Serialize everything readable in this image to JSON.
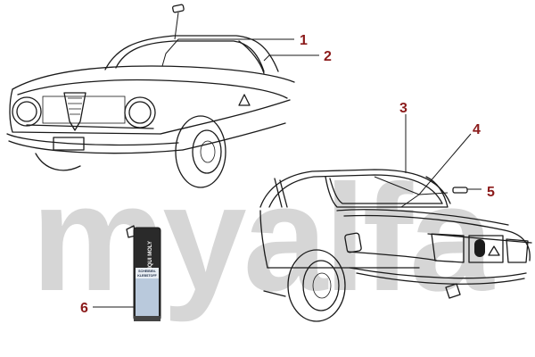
{
  "watermark": {
    "text": "myalfa",
    "color": "#d6d6d6"
  },
  "callout_color": "#8b1a1a",
  "callouts": [
    {
      "number": "1"
    },
    {
      "number": "2"
    },
    {
      "number": "3"
    },
    {
      "number": "4"
    },
    {
      "number": "5"
    },
    {
      "number": "6"
    }
  ],
  "sealant_tube": {
    "brand": "LIQUI MOLY",
    "label_line1": "SCHEIBEN-",
    "label_line2": "KLEBSTOFF"
  }
}
